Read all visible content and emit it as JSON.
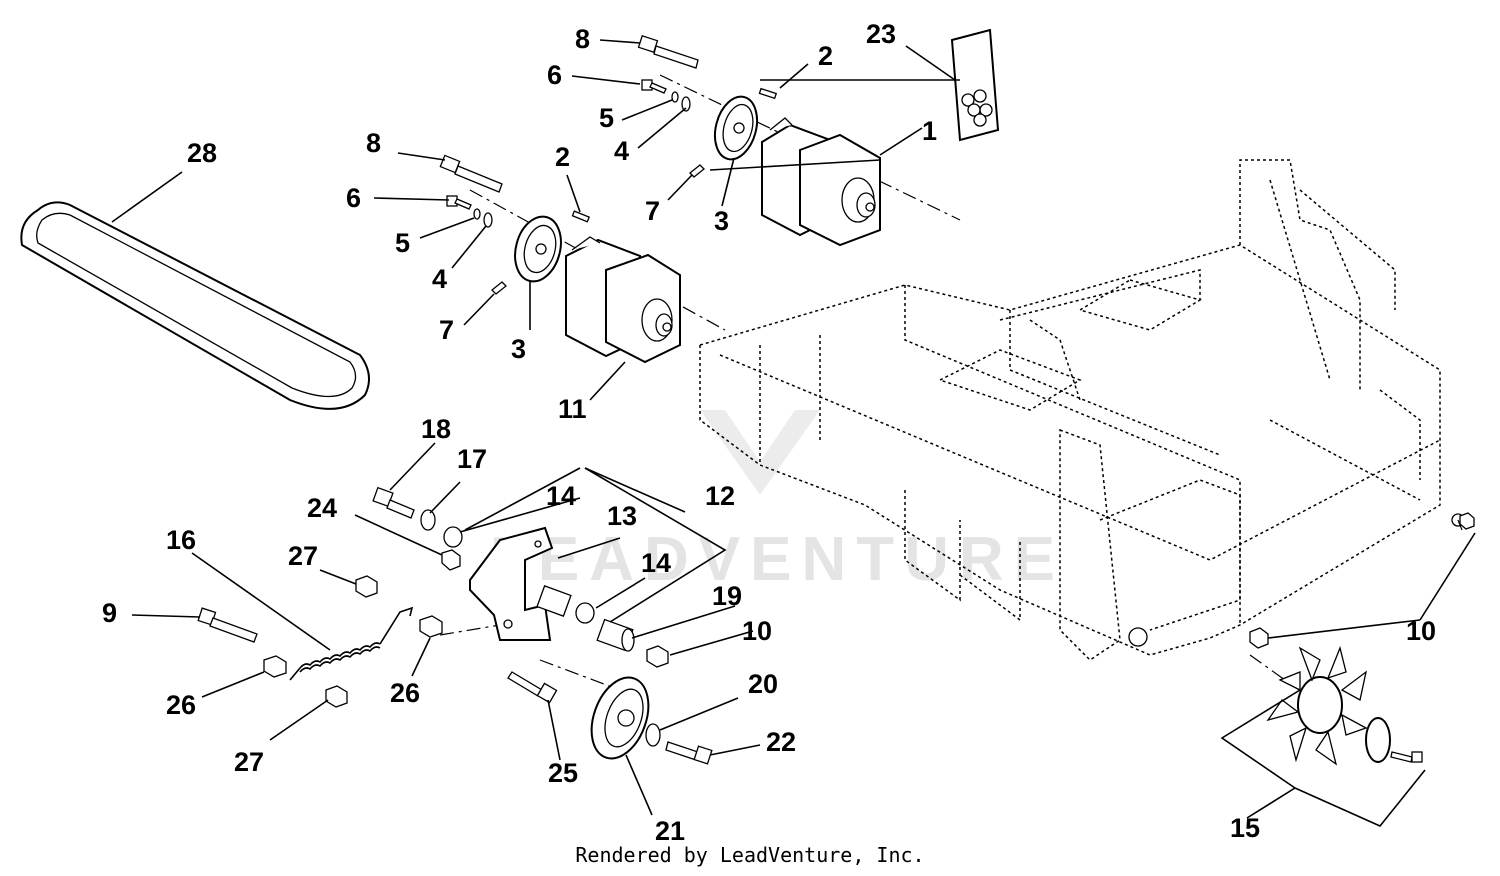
{
  "watermark": {
    "text": "LEADVENTURE"
  },
  "footer": {
    "credit": "Rendered by LeadVenture, Inc."
  },
  "callouts": {
    "c1": "1",
    "c2a": "2",
    "c2b": "2",
    "c3a": "3",
    "c3b": "3",
    "c4a": "4",
    "c4b": "4",
    "c5a": "5",
    "c5b": "5",
    "c6a": "6",
    "c6b": "6",
    "c7a": "7",
    "c7b": "7",
    "c8a": "8",
    "c8b": "8",
    "c9": "9",
    "c10a": "10",
    "c10b": "10",
    "c11": "11",
    "c12": "12",
    "c13": "13",
    "c14a": "14",
    "c14b": "14",
    "c15": "15",
    "c16": "16",
    "c17": "17",
    "c18": "18",
    "c19": "19",
    "c20": "20",
    "c21": "21",
    "c22": "22",
    "c23": "23",
    "c24": "24",
    "c25": "25",
    "c26a": "26",
    "c26b": "26",
    "c27a": "27",
    "c27b": "27",
    "c28": "28"
  }
}
